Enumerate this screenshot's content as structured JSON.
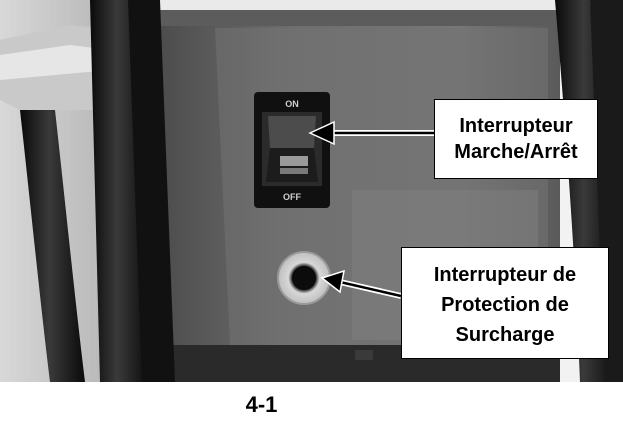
{
  "callouts": {
    "onoff": {
      "line1": "Interrupteur",
      "line2": "Marche/Arrêt"
    },
    "overload": {
      "line1": "Interrupteur de",
      "line2": "Protection de",
      "line3": "Surcharge"
    }
  },
  "switch_labels": {
    "on": "ON",
    "off": "OFF"
  },
  "figure_number": "4-1",
  "colors": {
    "background": "#ffffff",
    "photo_dark": "#1a1a1a",
    "housing": "#6e6e6e",
    "text": "#000000"
  }
}
